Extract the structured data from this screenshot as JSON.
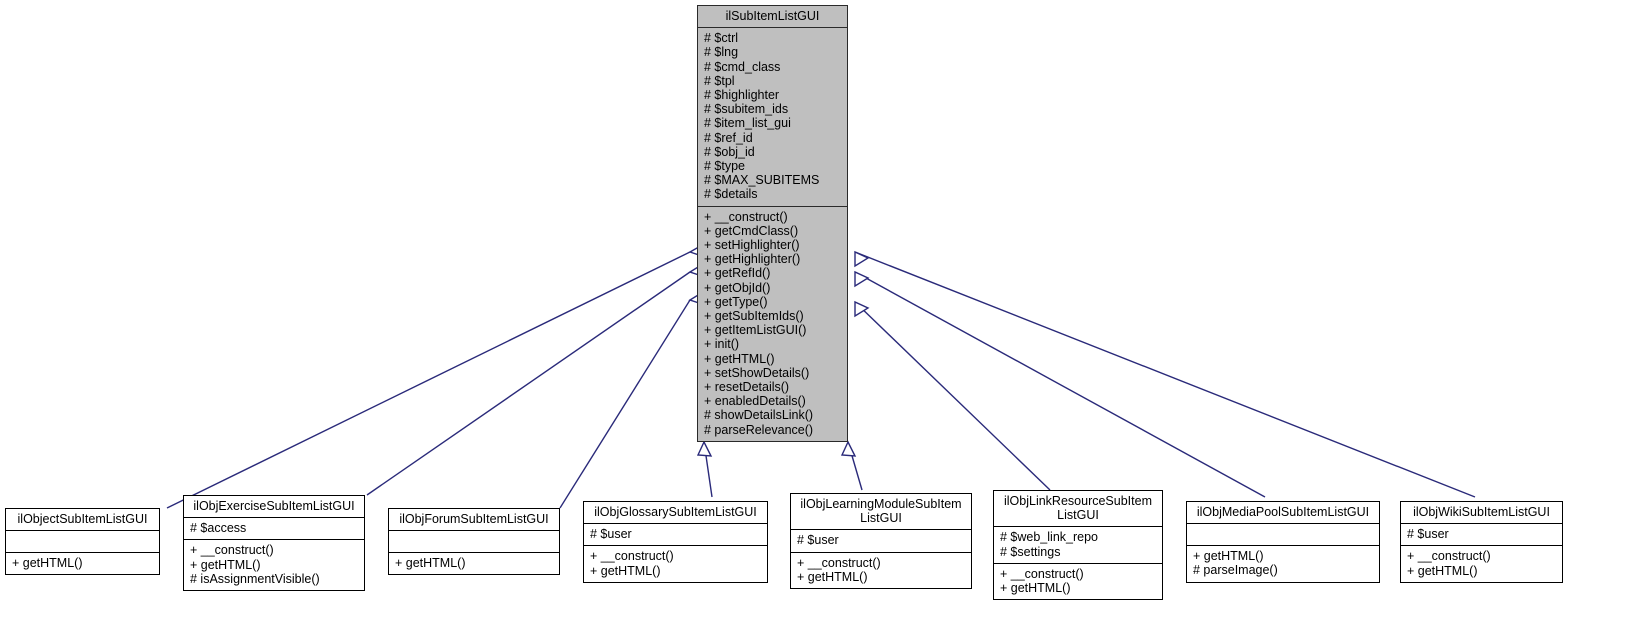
{
  "diagram": {
    "type": "uml-class-inheritance",
    "edge_color": "#2a2a7a",
    "root_fill": "#bfbfbf",
    "box_fill": "#ffffff",
    "border_color": "#000000",
    "root": {
      "name": "ilSubItemListGUI",
      "attributes": [
        "# $ctrl",
        "# $lng",
        "# $cmd_class",
        "# $tpl",
        "# $highlighter",
        "# $subitem_ids",
        "# $item_list_gui",
        "# $ref_id",
        "# $obj_id",
        "# $type",
        "# $MAX_SUBITEMS",
        "# $details"
      ],
      "operations": [
        "+ __construct()",
        "+ getCmdClass()",
        "+ setHighlighter()",
        "+ getHighlighter()",
        "+ getRefId()",
        "+ getObjId()",
        "+ getType()",
        "+ getSubItemIds()",
        "+ getItemListGUI()",
        "+ init()",
        "+ getHTML()",
        "+ setShowDetails()",
        "+ resetDetails()",
        "+ enabledDetails()",
        "# showDetailsLink()",
        "# parseRelevance()"
      ]
    },
    "subclasses": [
      {
        "name": "ilObjectSubItemListGUI",
        "attributes": [],
        "operations": [
          "+ getHTML()"
        ]
      },
      {
        "name": "ilObjExerciseSubItemListGUI",
        "attributes": [
          "# $access"
        ],
        "operations": [
          "+ __construct()",
          "+ getHTML()",
          "# isAssignmentVisible()"
        ]
      },
      {
        "name": "ilObjForumSubItemListGUI",
        "attributes": [],
        "operations": [
          "+ getHTML()"
        ]
      },
      {
        "name": "ilObjGlossarySubItemListGUI",
        "attributes": [
          "# $user"
        ],
        "operations": [
          "+ __construct()",
          "+ getHTML()"
        ]
      },
      {
        "name": "ilObjLearningModuleSubItem ListGUI",
        "attributes": [
          "# $user"
        ],
        "operations": [
          "+ __construct()",
          "+ getHTML()"
        ]
      },
      {
        "name": "ilObjLinkResourceSubItem ListGUI",
        "attributes": [
          "# $web_link_repo",
          "# $settings"
        ],
        "operations": [
          "+ __construct()",
          "+ getHTML()"
        ]
      },
      {
        "name": "ilObjMediaPoolSubItemListGUI",
        "attributes": [],
        "operations": [
          "+ getHTML()",
          "# parseImage()"
        ]
      },
      {
        "name": "ilObjWikiSubItemListGUI",
        "attributes": [
          "# $user"
        ],
        "operations": [
          "+ __construct()",
          "+ getHTML()"
        ]
      }
    ]
  }
}
